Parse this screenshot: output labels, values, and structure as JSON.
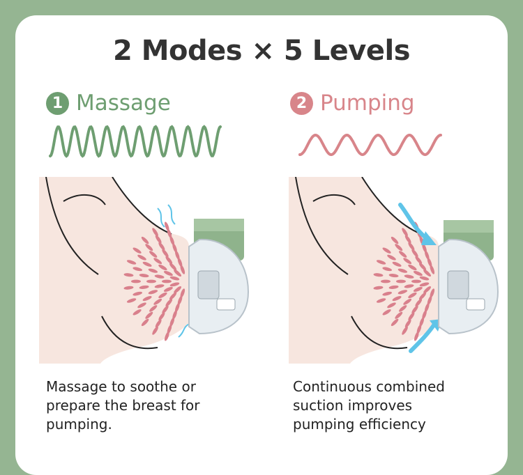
{
  "title": "2 Modes × 5 Levels",
  "modes": [
    {
      "number": "1",
      "name": "Massage",
      "description": "Massage to soothe or\nprepare the breast for\npumping.",
      "color": "#6e9e71"
    },
    {
      "number": "2",
      "name": "Pumping",
      "description": "Continuous combined\nsuction improves\npumping efficiency",
      "color": "#d8858a"
    }
  ],
  "colors": {
    "background": "#95b592",
    "skin": "#f7e6df",
    "tissue": "#d9808c",
    "device_green": "#8fb38c",
    "arrow_blue": "#5fc4e8"
  },
  "icons": [
    "massage-wave-icon",
    "pumping-wave-icon",
    "breast-massage-illustration",
    "breast-pumping-illustration",
    "suction-arrow-icon"
  ]
}
